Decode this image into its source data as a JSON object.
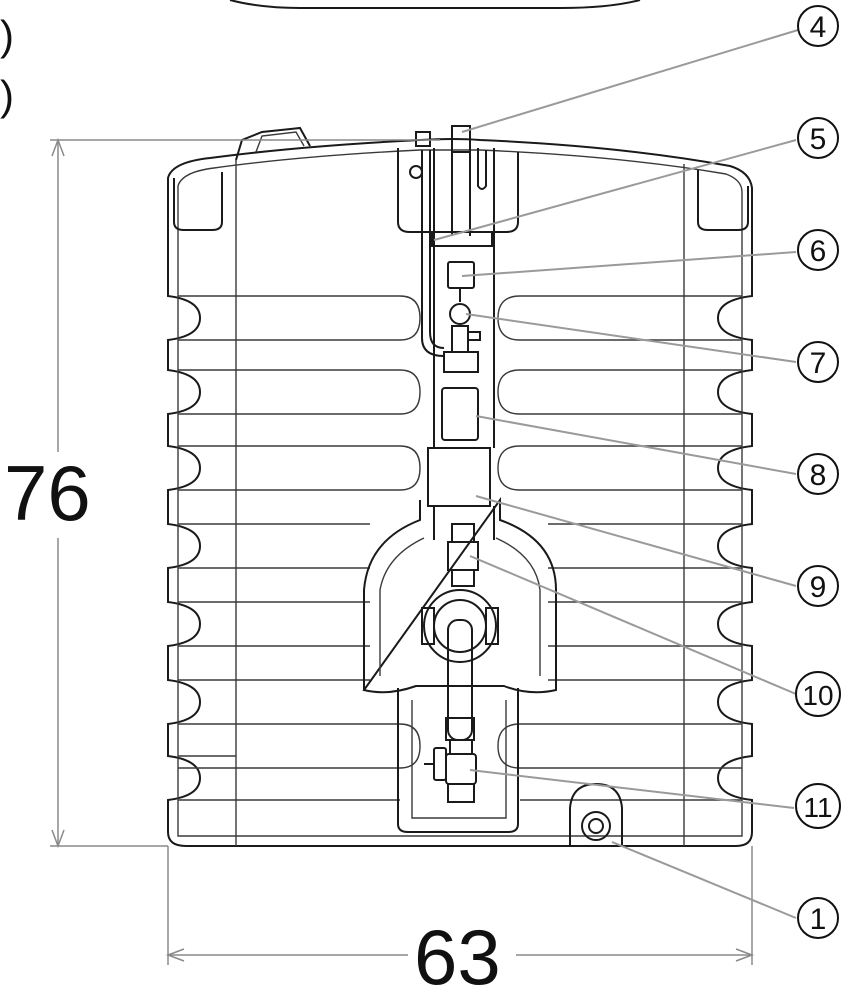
{
  "dimensions": {
    "height_label": "76",
    "width_label": "63"
  },
  "edge_fragments": [
    ")",
    ")"
  ],
  "callouts": [
    {
      "label": "4"
    },
    {
      "label": "5"
    },
    {
      "label": "6"
    },
    {
      "label": "7"
    },
    {
      "label": "8"
    },
    {
      "label": "9"
    },
    {
      "label": "10"
    },
    {
      "label": "11"
    },
    {
      "label": "1"
    }
  ]
}
